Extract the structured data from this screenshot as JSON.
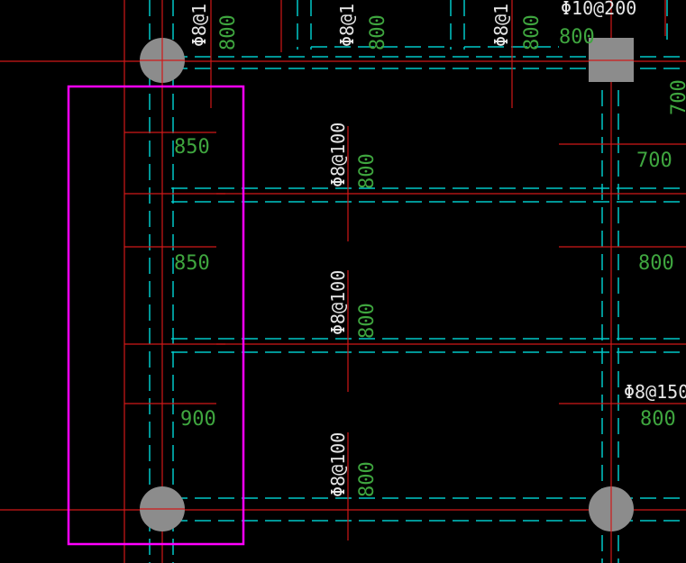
{
  "colors": {
    "background": "#000000",
    "rebar_red": "#d01818",
    "beam_cyan": "#00c8c8",
    "dim_green": "#3fa63f",
    "column_gray": "#8c8c8c",
    "selection_magenta": "#ff00ff",
    "label_white": "#e6e6e6"
  },
  "labels": {
    "top_rebar_1": "Φ8@1",
    "top_dim_1": "800",
    "top_rebar_2": "Φ8@1",
    "top_dim_2": "800",
    "top_rebar_3": "Φ8@1",
    "top_dim_3": "800",
    "top_right_rebar": "Φ10@200",
    "top_right_dim": "800",
    "right_edge_dim": "700",
    "left_dim_1": "850",
    "left_dim_2": "850",
    "left_dim_3": "900",
    "mid_rebar_1": "Φ8@100",
    "mid_dim_1": "800",
    "mid_rebar_2": "Φ8@100",
    "mid_dim_2": "800",
    "mid_rebar_3": "Φ8@100",
    "mid_dim_3": "800",
    "right_dim_1": "700",
    "right_dim_2": "800",
    "right_rebar_3": "Φ8@150",
    "right_dim_3": "800"
  }
}
